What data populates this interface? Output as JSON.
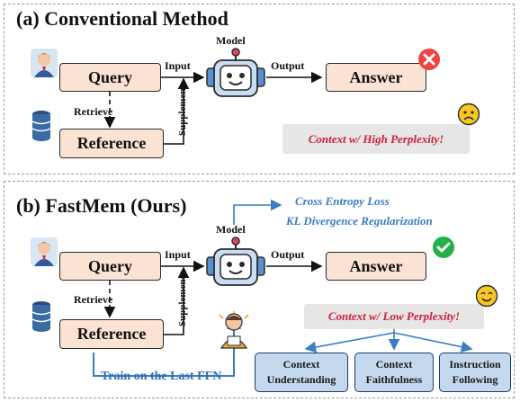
{
  "panel_a": {
    "title": "(a) Conventional Method",
    "model_label": "Model",
    "query": "Query",
    "reference": "Reference",
    "answer": "Answer",
    "input_label": "Input",
    "output_label": "Output",
    "retrieve_label": "Retrieve",
    "supplement_label": "Supplement",
    "context_text": "Context w/ High Perplexity!",
    "status_icon": "red-x-icon",
    "face_icon": "worried-face-icon"
  },
  "panel_b": {
    "title": "(b) FastMem (Ours)",
    "model_label": "Model",
    "query": "Query",
    "reference": "Reference",
    "answer": "Answer",
    "input_label": "Input",
    "output_label": "Output",
    "retrieve_label": "Retrieve",
    "supplement_label": "Supplement",
    "loss_1": "Cross Entropy Loss",
    "loss_2": "KL Divergence Regularization",
    "context_text": "Context w/ Low Perplexity!",
    "train_text": "Train on the Last FFN",
    "status_icon": "green-check-icon",
    "face_icon": "smiling-face-icon",
    "benefits": [
      {
        "line1": "Context",
        "line2": "Understanding"
      },
      {
        "line1": "Context",
        "line2": "Faithfulness"
      },
      {
        "line1": "Instruction",
        "line2": "Following"
      }
    ]
  },
  "colors": {
    "box_fill": "#fbe3d4",
    "context_red": "#d0203a",
    "accent_blue": "#3a7dc0",
    "benefit_fill": "#c4d8ee"
  }
}
